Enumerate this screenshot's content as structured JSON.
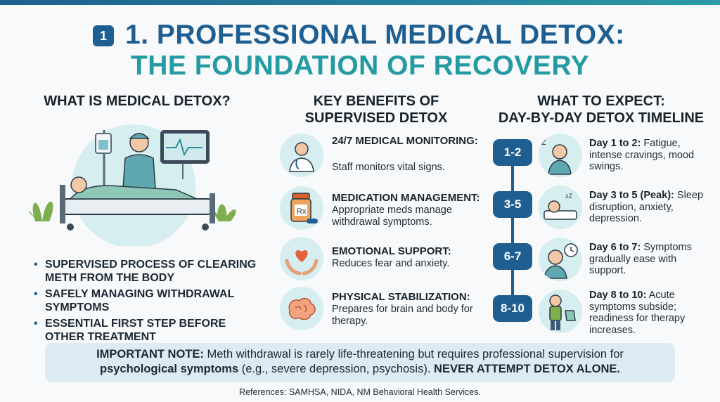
{
  "header": {
    "badge": "1",
    "title_line1": "1. PROFESSIONAL MEDICAL DETOX:",
    "title_line2": "THE FOUNDATION OF RECOVERY"
  },
  "left": {
    "heading": "WHAT IS MEDICAL DETOX?",
    "bullets": [
      "SUPERVISED PROCESS OF CLEARING METH FROM THE BODY",
      "SAFELY MANAGING WITHDRAWAL SYMPTOMS",
      "ESSENTIAL FIRST STEP BEFORE OTHER TREATMENT"
    ]
  },
  "middle": {
    "heading_line1": "KEY BENEFITS OF",
    "heading_line2": "SUPERVISED DETOX",
    "benefits": [
      {
        "icon": "doctor-icon",
        "title": "24/7 MEDICAL MONITORING:",
        "desc": "Staff monitors vital signs."
      },
      {
        "icon": "pill-bottle-icon",
        "title": "MEDICATION MANAGEMENT:",
        "desc": "Appropriate meds manage withdrawal symptoms."
      },
      {
        "icon": "heart-hands-icon",
        "title": "EMOTIONAL SUPPORT:",
        "desc": "Reduces fear and anxiety."
      },
      {
        "icon": "brain-icon",
        "title": "PHYSICAL STABILIZATION:",
        "desc": "Prepares for brain and body for therapy."
      }
    ]
  },
  "right": {
    "heading_line1": "WHAT TO EXPECT:",
    "heading_line2": "DAY-BY-DAY DETOX TIMELINE",
    "steps": [
      {
        "label": "1-2",
        "day": "Day 1 to 2:",
        "text": "Fatigue, intense cravings, mood swings."
      },
      {
        "label": "3-5",
        "day": "Day 3 to 5 (Peak):",
        "text": "Sleep disruption, anxiety, depression."
      },
      {
        "label": "6-7",
        "day": "Day 6 to 7:",
        "text": "Symptoms gradually ease with support."
      },
      {
        "label": "8-10",
        "day": "Day 8 to 10:",
        "text": "Acute symptoms subside; readiness for therapy increases."
      }
    ]
  },
  "note": {
    "label": "IMPORTANT NOTE:",
    "text1": "Meth withdrawal is rarely life-threatening but requires professional supervision for",
    "bold2": "psychological symptoms",
    "text2": "(e.g., severe depression, psychosis).",
    "warn": "NEVER ATTEMPT",
    "warn_end": "DETOX ALONE."
  },
  "references": "References: SAMHSA, NIDA, NM Behavioral Health Services.",
  "colors": {
    "navy": "#1f5e91",
    "teal": "#249aa2",
    "light_teal": "#d6eef0",
    "note_bg": "#dcebf1"
  }
}
